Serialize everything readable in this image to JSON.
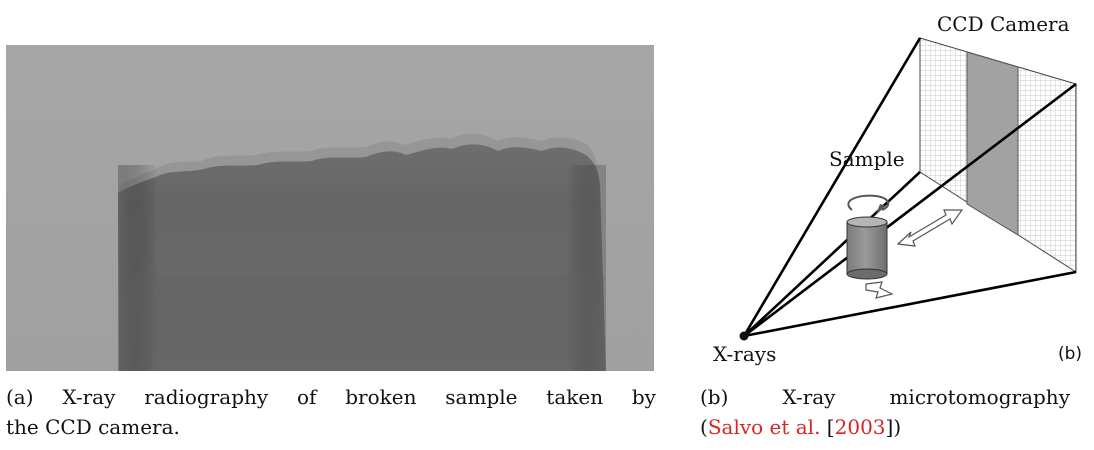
{
  "figure_a": {
    "caption_label": "(a)",
    "caption_words": [
      "X-ray",
      "radiography",
      "of",
      "broken",
      "sample",
      "taken",
      "by"
    ],
    "caption_line2": "the CCD camera."
  },
  "figure_b": {
    "labels": {
      "camera": "CCD Camera",
      "sample": "Sample",
      "source": "X-rays",
      "panel_tag": "(b)"
    },
    "caption_label": "(b)",
    "caption_words": [
      "X-ray",
      "microtomography"
    ],
    "caption_line2_open": "(",
    "citation_authors": "Salvo et al.",
    "citation_bracket_open": " [",
    "citation_year": "2003",
    "citation_bracket_close": "]",
    "caption_line2_close": ")"
  },
  "colors": {
    "radiograph_background": "#a3a3a3",
    "sample_body": "#696969",
    "citation": "#d52626"
  }
}
